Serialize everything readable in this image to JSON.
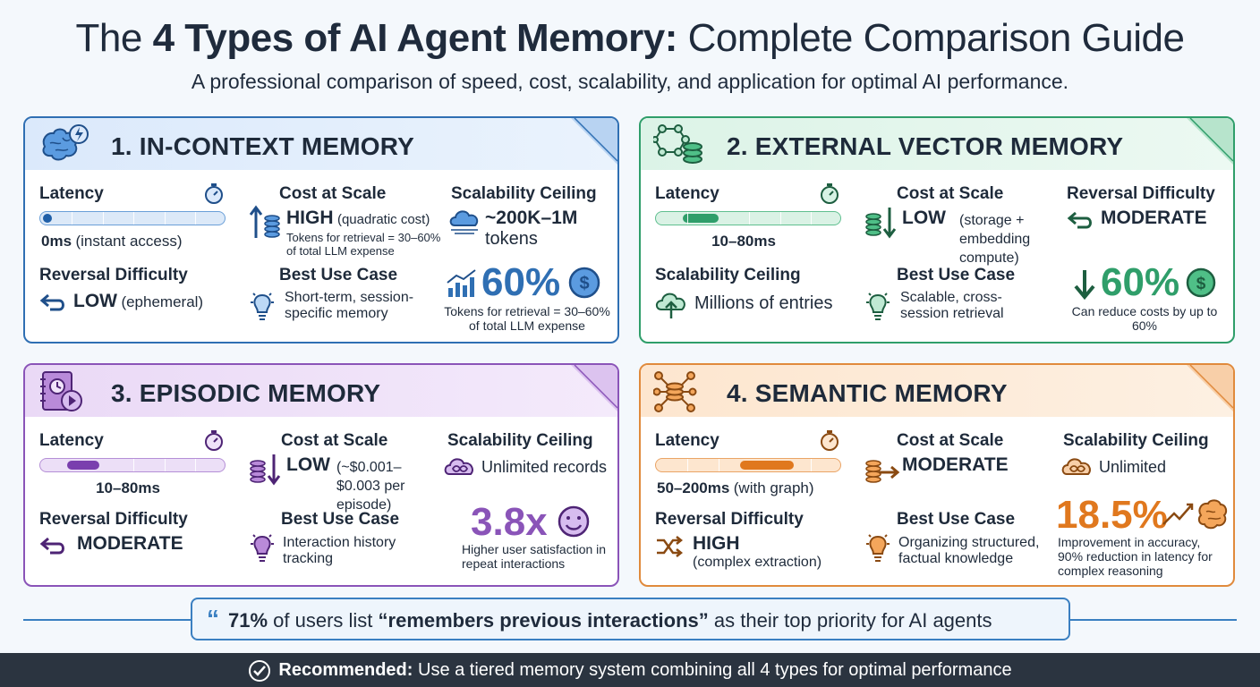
{
  "header": {
    "title_prefix": "The ",
    "title_bold": "4 Types of AI Agent Memory:",
    "title_suffix": " Complete Comparison Guide",
    "subtitle": "A professional comparison of speed, cost, scalability, and application for optimal AI performance."
  },
  "colors": {
    "blue": "#2f6fb3",
    "green": "#2f9e6a",
    "purple": "#8a54b8",
    "orange": "#e08a3c",
    "dark": "#2b3440"
  },
  "cards": {
    "in_context": {
      "title": "1. IN-CONTEXT MEMORY",
      "icon": "brain-lightning-icon",
      "latency_label": "Latency",
      "latency_value": "0ms",
      "latency_note": "(instant access)",
      "latency_level": 0.05,
      "cost_label": "Cost at Scale",
      "cost_value": "HIGH",
      "cost_note": "(quadratic cost)",
      "cost_small": "Tokens for retrieval = 30–60% of total LLM expense",
      "scal_label": "Scalability Ceiling",
      "scal_value": "~200K–1M",
      "scal_note": "tokens",
      "rev_label": "Reversal Difficulty",
      "rev_value": "LOW",
      "rev_note": "(ephemeral)",
      "use_label": "Best Use Case",
      "use_text": "Short-term, session-specific memory",
      "stat_value": "60%",
      "stat_text": "Tokens for retrieval = 30–60% of total LLM expense"
    },
    "vector": {
      "title": "2. EXTERNAL VECTOR MEMORY",
      "icon": "network-database-icon",
      "latency_label": "Latency",
      "latency_value": "10–80ms",
      "latency_level": 0.2,
      "cost_label": "Cost at Scale",
      "cost_value": "LOW",
      "cost_note": "(storage + embedding compute)",
      "rev_label": "Reversal Difficulty",
      "rev_value": "MODERATE",
      "scal_label": "Scalability Ceiling",
      "scal_value": "Millions of entries",
      "use_label": "Best Use Case",
      "use_text": "Scalable, cross-session retrieval",
      "stat_value": "60%",
      "stat_text": "Can reduce costs by up to 60%"
    },
    "episodic": {
      "title": "3. EPISODIC MEMORY",
      "icon": "journal-clock-play-icon",
      "latency_label": "Latency",
      "latency_value": "10–80ms",
      "latency_level": 0.2,
      "cost_label": "Cost at Scale",
      "cost_value": "LOW",
      "cost_note": "(~$0.001–$0.003 per episode)",
      "scal_label": "Scalability Ceiling",
      "scal_value": "Unlimited records",
      "rev_label": "Reversal Difficulty",
      "rev_value": "MODERATE",
      "use_label": "Best Use Case",
      "use_text": "Interaction history tracking",
      "stat_value": "3.8x",
      "stat_text": "Higher user satisfaction in repeat interactions"
    },
    "semantic": {
      "title": "4. SEMANTIC MEMORY",
      "icon": "knowledge-graph-icon",
      "latency_label": "Latency",
      "latency_value": "50–200ms",
      "latency_note": "(with graph)",
      "latency_level": 0.5,
      "cost_label": "Cost at Scale",
      "cost_value": "MODERATE",
      "scal_label": "Scalability Ceiling",
      "scal_value": "Unlimited",
      "rev_label": "Reversal Difficulty",
      "rev_value": "HIGH",
      "rev_note": "(complex extraction)",
      "use_label": "Best Use Case",
      "use_text": "Organizing structured, factual knowledge",
      "stat_value": "18.5%",
      "stat_text": "Improvement in accuracy, 90% reduction in latency for complex reasoning"
    }
  },
  "quote": {
    "mark": "“",
    "lead": "71%",
    "middle": " of users list ",
    "highlight": "“remembers previous interactions”",
    "tail": " as their top priority for AI agents"
  },
  "footer": {
    "label": "Recommended:",
    "text": " Use a tiered memory system combining all 4 types for optimal performance"
  }
}
